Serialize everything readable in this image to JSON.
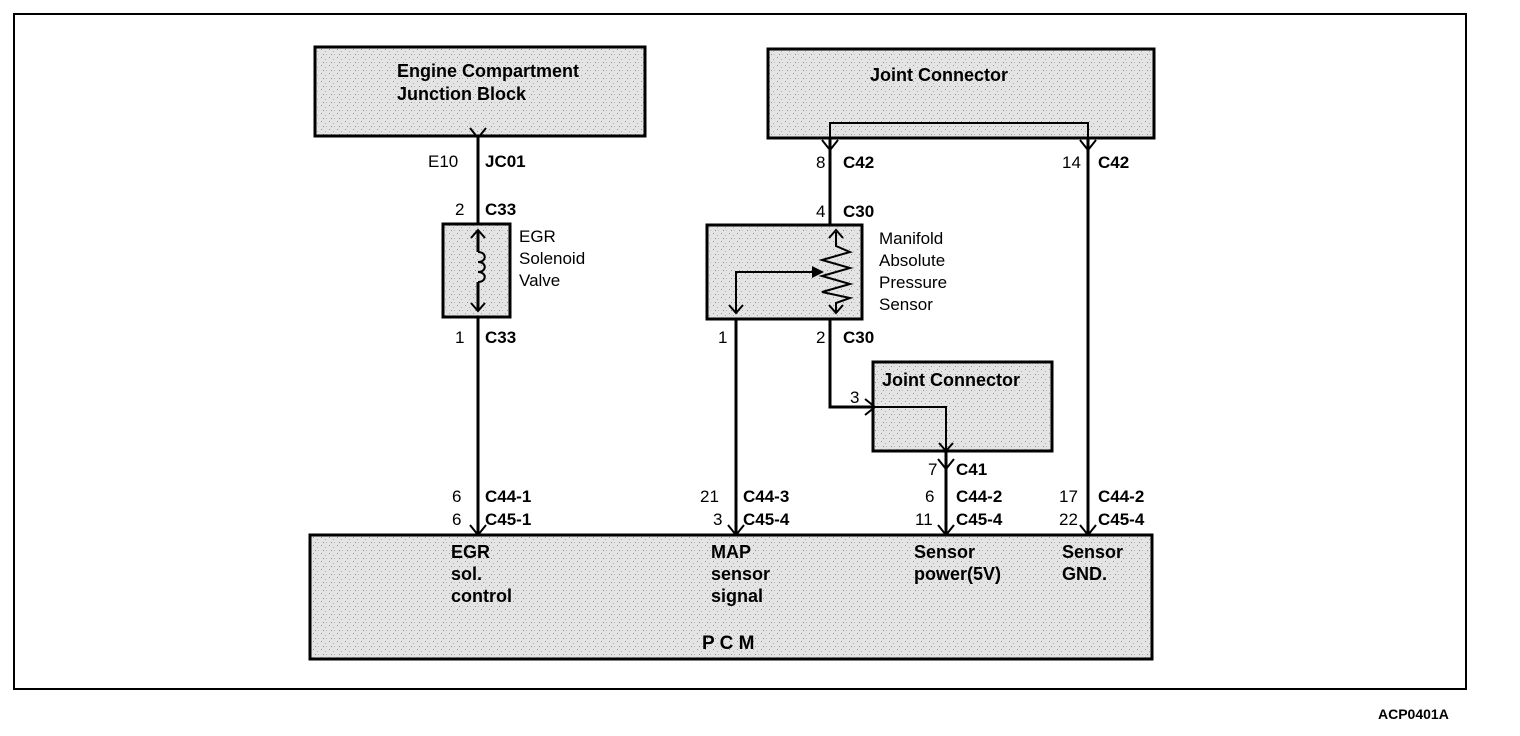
{
  "figure_code": "ACP0401A",
  "blocks": {
    "ecjb": {
      "line1": "Engine Compartment",
      "line2": "Junction Block"
    },
    "joint_top": "Joint Connector",
    "joint_small": "Joint Connector",
    "pcm": "P C M"
  },
  "components": {
    "egr_valve": {
      "line1": "EGR",
      "line2": "Solenoid",
      "line3": "Valve"
    },
    "map_sensor": {
      "line1": "Manifold",
      "line2": "Absolute",
      "line3": "Pressure",
      "line4": "Sensor"
    }
  },
  "pins": {
    "e10": "E10",
    "jc01": "JC01",
    "egr_top_num": "2",
    "egr_top_conn": "C33",
    "egr_bot_num": "1",
    "egr_bot_conn": "C33",
    "jc_left_num": "8",
    "jc_left_conn": "C42",
    "jc_right_num": "14",
    "jc_right_conn": "C42",
    "map_top_num": "4",
    "map_top_conn": "C30",
    "map_left_num": "1",
    "map_right_num": "2",
    "map_right_conn": "C30",
    "jcs_in_num": "3",
    "jcs_out_num": "7",
    "jcs_out_conn": "C41",
    "p1_num1": "6",
    "p1_conn1": "C44-1",
    "p1_num2": "6",
    "p1_conn2": "C45-1",
    "p2_num1": "21",
    "p2_conn1": "C44-3",
    "p2_num2": "3",
    "p2_conn2": "C45-4",
    "p3_num1": "6",
    "p3_conn1": "C44-2",
    "p3_num2": "11",
    "p3_conn2": "C45-4",
    "p4_num1": "17",
    "p4_conn1": "C44-2",
    "p4_num2": "22",
    "p4_conn2": "C45-4"
  },
  "pcm_terminals": {
    "egr": {
      "line1": "EGR",
      "line2": "sol.",
      "line3": "control"
    },
    "map": {
      "line1": "MAP",
      "line2": "sensor",
      "line3": "signal"
    },
    "power": {
      "line1": "Sensor",
      "line2": "power(5V)"
    },
    "gnd": {
      "line1": "Sensor",
      "line2": "GND."
    }
  }
}
